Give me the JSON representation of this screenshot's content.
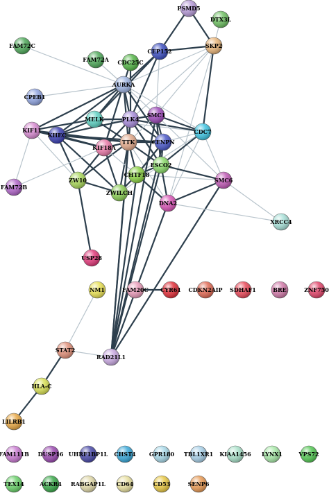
{
  "nodes": [
    {
      "id": "PSMD5",
      "label": "PSMD5",
      "color": "#b59ad6"
    },
    {
      "id": "DTX3L",
      "label": "DTX3L",
      "color": "#6fbf63"
    },
    {
      "id": "FAM72C",
      "label": "FAM72C",
      "color": "#4fa85a"
    },
    {
      "id": "FAM72A",
      "label": "FAM72A",
      "color": "#4fa85a"
    },
    {
      "id": "CDC25C",
      "label": "CDC25C",
      "color": "#55b548"
    },
    {
      "id": "CEP152",
      "label": "CEP152",
      "color": "#3d4fbf"
    },
    {
      "id": "SKP2",
      "label": "SKP2",
      "color": "#e8b57a"
    },
    {
      "id": "AURKA",
      "label": "AURKA",
      "color": "#9db3e0"
    },
    {
      "id": "CPEB1",
      "label": "CPEB1",
      "color": "#8fa3de"
    },
    {
      "id": "MELK",
      "label": "MELK",
      "color": "#5fd1c2"
    },
    {
      "id": "PLK4",
      "label": "PLK4",
      "color": "#a58ad8"
    },
    {
      "id": "SMC1",
      "label": "SMC1",
      "color": "#9b4ab8"
    },
    {
      "id": "KIF11",
      "label": "KIF11",
      "color": "#d68ad0"
    },
    {
      "id": "NDC80",
      "label": "KHEC",
      "color": "#3a3fb0"
    },
    {
      "id": "CDC7",
      "label": "CDC7",
      "color": "#3fc3e0"
    },
    {
      "id": "TTK",
      "label": "TTK",
      "color": "#e0a88a"
    },
    {
      "id": "CENPN",
      "label": "CENPN",
      "color": "#4a58c8"
    },
    {
      "id": "KIF18A",
      "label": "KIF18A",
      "color": "#e87aa8"
    },
    {
      "id": "CHTF18",
      "label": "CHTF18",
      "color": "#8ad044"
    },
    {
      "id": "ESCO2",
      "label": "ESCO2",
      "color": "#8ad96a"
    },
    {
      "id": "ZW10",
      "label": "ZW10",
      "color": "#a8d65a"
    },
    {
      "id": "FAM72B",
      "label": "FAM72B",
      "color": "#b065c8"
    },
    {
      "id": "ZWILCH",
      "label": "ZWILCH",
      "color": "#8acc55"
    },
    {
      "id": "SMC6",
      "label": "SMC6",
      "color": "#c05ab5"
    },
    {
      "id": "DNA2",
      "label": "DNA2",
      "color": "#d655b5"
    },
    {
      "id": "XRCC4",
      "label": "XRCC4",
      "color": "#a8e0d8"
    },
    {
      "id": "USP28",
      "label": "USP28",
      "color": "#e03a7a"
    },
    {
      "id": "NM1",
      "label": "NM1",
      "color": "#e8e055"
    },
    {
      "id": "FAM20C",
      "label": "FAM20C",
      "color": "#e89ab8"
    },
    {
      "id": "CYR61",
      "label": "CYR61",
      "color": "#e0303a"
    },
    {
      "id": "CDKN2AIP",
      "label": "CDKN2AIP",
      "color": "#e06a55"
    },
    {
      "id": "SDHAF1",
      "label": "SDHAF1",
      "color": "#e84a5a"
    },
    {
      "id": "BRE",
      "label": "BRE",
      "color": "#d07aa8"
    },
    {
      "id": "ZNF750",
      "label": "ZNF750",
      "color": "#e0456a"
    },
    {
      "id": "STAT2",
      "label": "STAT2",
      "color": "#e0907a"
    },
    {
      "id": "RAD21L1",
      "label": "RAD21L1",
      "color": "#c8a8e0"
    },
    {
      "id": "HLA-C",
      "label": "HLA-C",
      "color": "#d8e055"
    },
    {
      "id": "LILRB1",
      "label": "LILRB1",
      "color": "#e8a845"
    },
    {
      "id": "FAM111B",
      "label": "FAM111B",
      "color": "#c87ad0"
    },
    {
      "id": "DUSP16",
      "label": "DUSP16",
      "color": "#9a4ab0"
    },
    {
      "id": "UHRF1BP1L",
      "label": "UHRF1BP1L",
      "color": "#4a4aa8"
    },
    {
      "id": "CHST4",
      "label": "CHST4",
      "color": "#3aa8d8"
    },
    {
      "id": "GPR180",
      "label": "GPR180",
      "color": "#a8d8e8"
    },
    {
      "id": "TBL1XR1",
      "label": "TBL1XR1",
      "color": "#a8d0e8"
    },
    {
      "id": "KIAA1456",
      "label": "KIAA1456",
      "color": "#a8e0c8"
    },
    {
      "id": "LYNX1",
      "label": "LYNX1",
      "color": "#a8e8a8"
    },
    {
      "id": "VPS72",
      "label": "VPS72",
      "color": "#55c855"
    },
    {
      "id": "TEX14",
      "label": "TEX14",
      "color": "#6ad06a"
    },
    {
      "id": "ACKR4",
      "label": "ACKR4",
      "color": "#3aa84a"
    },
    {
      "id": "RABGAP1L",
      "label": "RABGAP1L",
      "color": "#e0d8a8"
    },
    {
      "id": "CD64",
      "label": "CD64",
      "color": "#e8e0a0"
    },
    {
      "id": "CD53",
      "label": "CD53",
      "color": "#e8c845"
    },
    {
      "id": "SENP6",
      "label": "SENP6",
      "color": "#e89a55"
    }
  ],
  "edges": [
    [
      "PSMD5",
      "SKP2",
      1
    ],
    [
      "PSMD5",
      "CEP152",
      1
    ],
    [
      "DTX3L",
      "SKP2",
      0
    ],
    [
      "SKP2",
      "CEP152",
      1
    ],
    [
      "SKP2",
      "AURKA",
      0
    ],
    [
      "SKP2",
      "CDC7",
      1
    ],
    [
      "SKP2",
      "SMC1",
      0
    ],
    [
      "SKP2",
      "PLK4",
      0
    ],
    [
      "SKP2",
      "DNA2",
      0
    ],
    [
      "FAM72C",
      "AURKA",
      0
    ],
    [
      "FAM72A",
      "AURKA",
      0
    ],
    [
      "CDC25C",
      "AURKA",
      1
    ],
    [
      "CDC25C",
      "PLK4",
      1
    ],
    [
      "CEP152",
      "AURKA",
      1
    ],
    [
      "CEP152",
      "PLK4",
      1
    ],
    [
      "CEP152",
      "MELK",
      1
    ],
    [
      "CEP152",
      "SMC1",
      0
    ],
    [
      "CPEB1",
      "AURKA",
      0
    ],
    [
      "AURKA",
      "PLK4",
      1
    ],
    [
      "AURKA",
      "MELK",
      1
    ],
    [
      "AURKA",
      "NDC80",
      1
    ],
    [
      "AURKA",
      "KIF11",
      1
    ],
    [
      "AURKA",
      "TTK",
      1
    ],
    [
      "AURKA",
      "CDC7",
      0
    ],
    [
      "AURKA",
      "SMC1",
      0
    ],
    [
      "AURKA",
      "KIF18A",
      1
    ],
    [
      "AURKA",
      "CENPN",
      1
    ],
    [
      "MELK",
      "PLK4",
      1
    ],
    [
      "MELK",
      "NDC80",
      1
    ],
    [
      "MELK",
      "TTK",
      1
    ],
    [
      "MELK",
      "KIF11",
      1
    ],
    [
      "MELK",
      "CDC7",
      0
    ],
    [
      "PLK4",
      "TTK",
      1
    ],
    [
      "PLK4",
      "SMC1",
      1
    ],
    [
      "PLK4",
      "CENPN",
      1
    ],
    [
      "PLK4",
      "KIF18A",
      1
    ],
    [
      "PLK4",
      "CDC7",
      1
    ],
    [
      "PLK4",
      "ESCO2",
      1
    ],
    [
      "PLK4",
      "NDC80",
      1
    ],
    [
      "SMC1",
      "CDC7",
      1
    ],
    [
      "SMC1",
      "SMC6",
      0
    ],
    [
      "SMC1",
      "ESCO2",
      1
    ],
    [
      "SMC1",
      "CENPN",
      1
    ],
    [
      "SMC1",
      "TTK",
      0
    ],
    [
      "KIF11",
      "NDC80",
      1
    ],
    [
      "KIF11",
      "TTK",
      1
    ],
    [
      "KIF11",
      "KIF18A",
      1
    ],
    [
      "KIF11",
      "ZW10",
      0
    ],
    [
      "KIF11",
      "FAM72B",
      0
    ],
    [
      "NDC80",
      "TTK",
      1
    ],
    [
      "NDC80",
      "KIF18A",
      1
    ],
    [
      "NDC80",
      "ZWILCH",
      1
    ],
    [
      "NDC80",
      "ZW10",
      1
    ],
    [
      "NDC80",
      "CENPN",
      1
    ],
    [
      "CDC7",
      "ESCO2",
      1
    ],
    [
      "CDC7",
      "DNA2",
      0
    ],
    [
      "CDC7",
      "CHTF18",
      0
    ],
    [
      "CDC7",
      "CENPN",
      0
    ],
    [
      "CDC7",
      "SMC6",
      0
    ],
    [
      "TTK",
      "KIF18A",
      1
    ],
    [
      "TTK",
      "CENPN",
      1
    ],
    [
      "TTK",
      "CHTF18",
      1
    ],
    [
      "TTK",
      "ZWILCH",
      1
    ],
    [
      "TTK",
      "ZW10",
      1
    ],
    [
      "TTK",
      "ESCO2",
      1
    ],
    [
      "TTK",
      "DNA2",
      0
    ],
    [
      "CENPN",
      "ESCO2",
      1
    ],
    [
      "CENPN",
      "CHTF18",
      1
    ],
    [
      "KIF18A",
      "ZW10",
      1
    ],
    [
      "KIF18A",
      "ZWILCH",
      1
    ],
    [
      "KIF18A",
      "CHTF18",
      0
    ],
    [
      "KIF18A",
      "FAM72B",
      0
    ],
    [
      "CHTF18",
      "ESCO2",
      1
    ],
    [
      "CHTF18",
      "ZWILCH",
      1
    ],
    [
      "CHTF18",
      "DNA2",
      1
    ],
    [
      "CHTF18",
      "SMC6",
      0
    ],
    [
      "ESCO2",
      "SMC6",
      1
    ],
    [
      "ESCO2",
      "DNA2",
      1
    ],
    [
      "ESCO2",
      "ZWILCH",
      0
    ],
    [
      "ZW10",
      "ZWILCH",
      1
    ],
    [
      "ZW10",
      "USP28",
      1
    ],
    [
      "SMC6",
      "DNA2",
      1
    ],
    [
      "SMC6",
      "XRCC4",
      0
    ],
    [
      "SMC6",
      "RAD21L1",
      1
    ],
    [
      "DNA2",
      "XRCC4",
      0
    ],
    [
      "ESCO2",
      "RAD21L1",
      1
    ],
    [
      "CHTF18",
      "RAD21L1",
      1
    ],
    [
      "TTK",
      "RAD21L1",
      1
    ],
    [
      "SMC1",
      "RAD21L1",
      1
    ],
    [
      "PLK4",
      "RAD21L1",
      1
    ],
    [
      "CENPN",
      "RAD21L1",
      1
    ],
    [
      "DNA2",
      "RAD21L1",
      1
    ],
    [
      "FAM20C",
      "CYR61",
      1
    ],
    [
      "NM1",
      "STAT2",
      0
    ],
    [
      "STAT2",
      "HLA-C",
      1
    ],
    [
      "STAT2",
      "RAD21L1",
      0
    ],
    [
      "HLA-C",
      "LILRB1",
      1
    ]
  ]
}
